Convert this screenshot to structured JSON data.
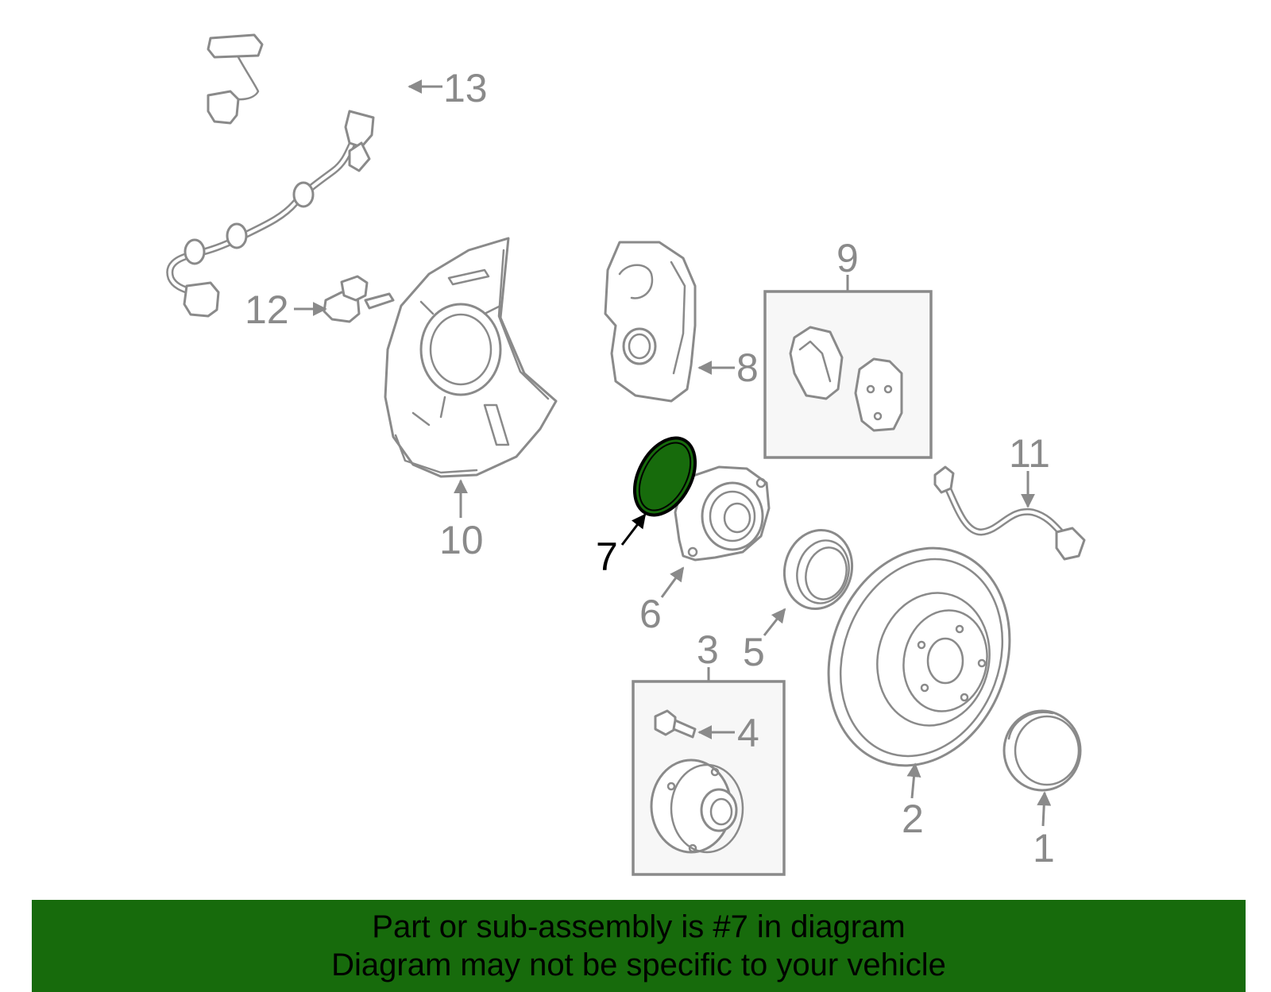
{
  "highlight": {
    "part_number": "7",
    "color": "#176b0c",
    "outline_color": "#000000"
  },
  "colors": {
    "line": "#8a8a8a",
    "banner": "#176b0c",
    "background": "#ffffff"
  },
  "callouts": [
    "1",
    "2",
    "3",
    "4",
    "5",
    "6",
    "7",
    "8",
    "9",
    "10",
    "11",
    "12",
    "13"
  ],
  "banner": {
    "line1": "Part or sub-assembly is #7 in diagram",
    "line2": "Diagram may not be specific to your vehicle"
  }
}
